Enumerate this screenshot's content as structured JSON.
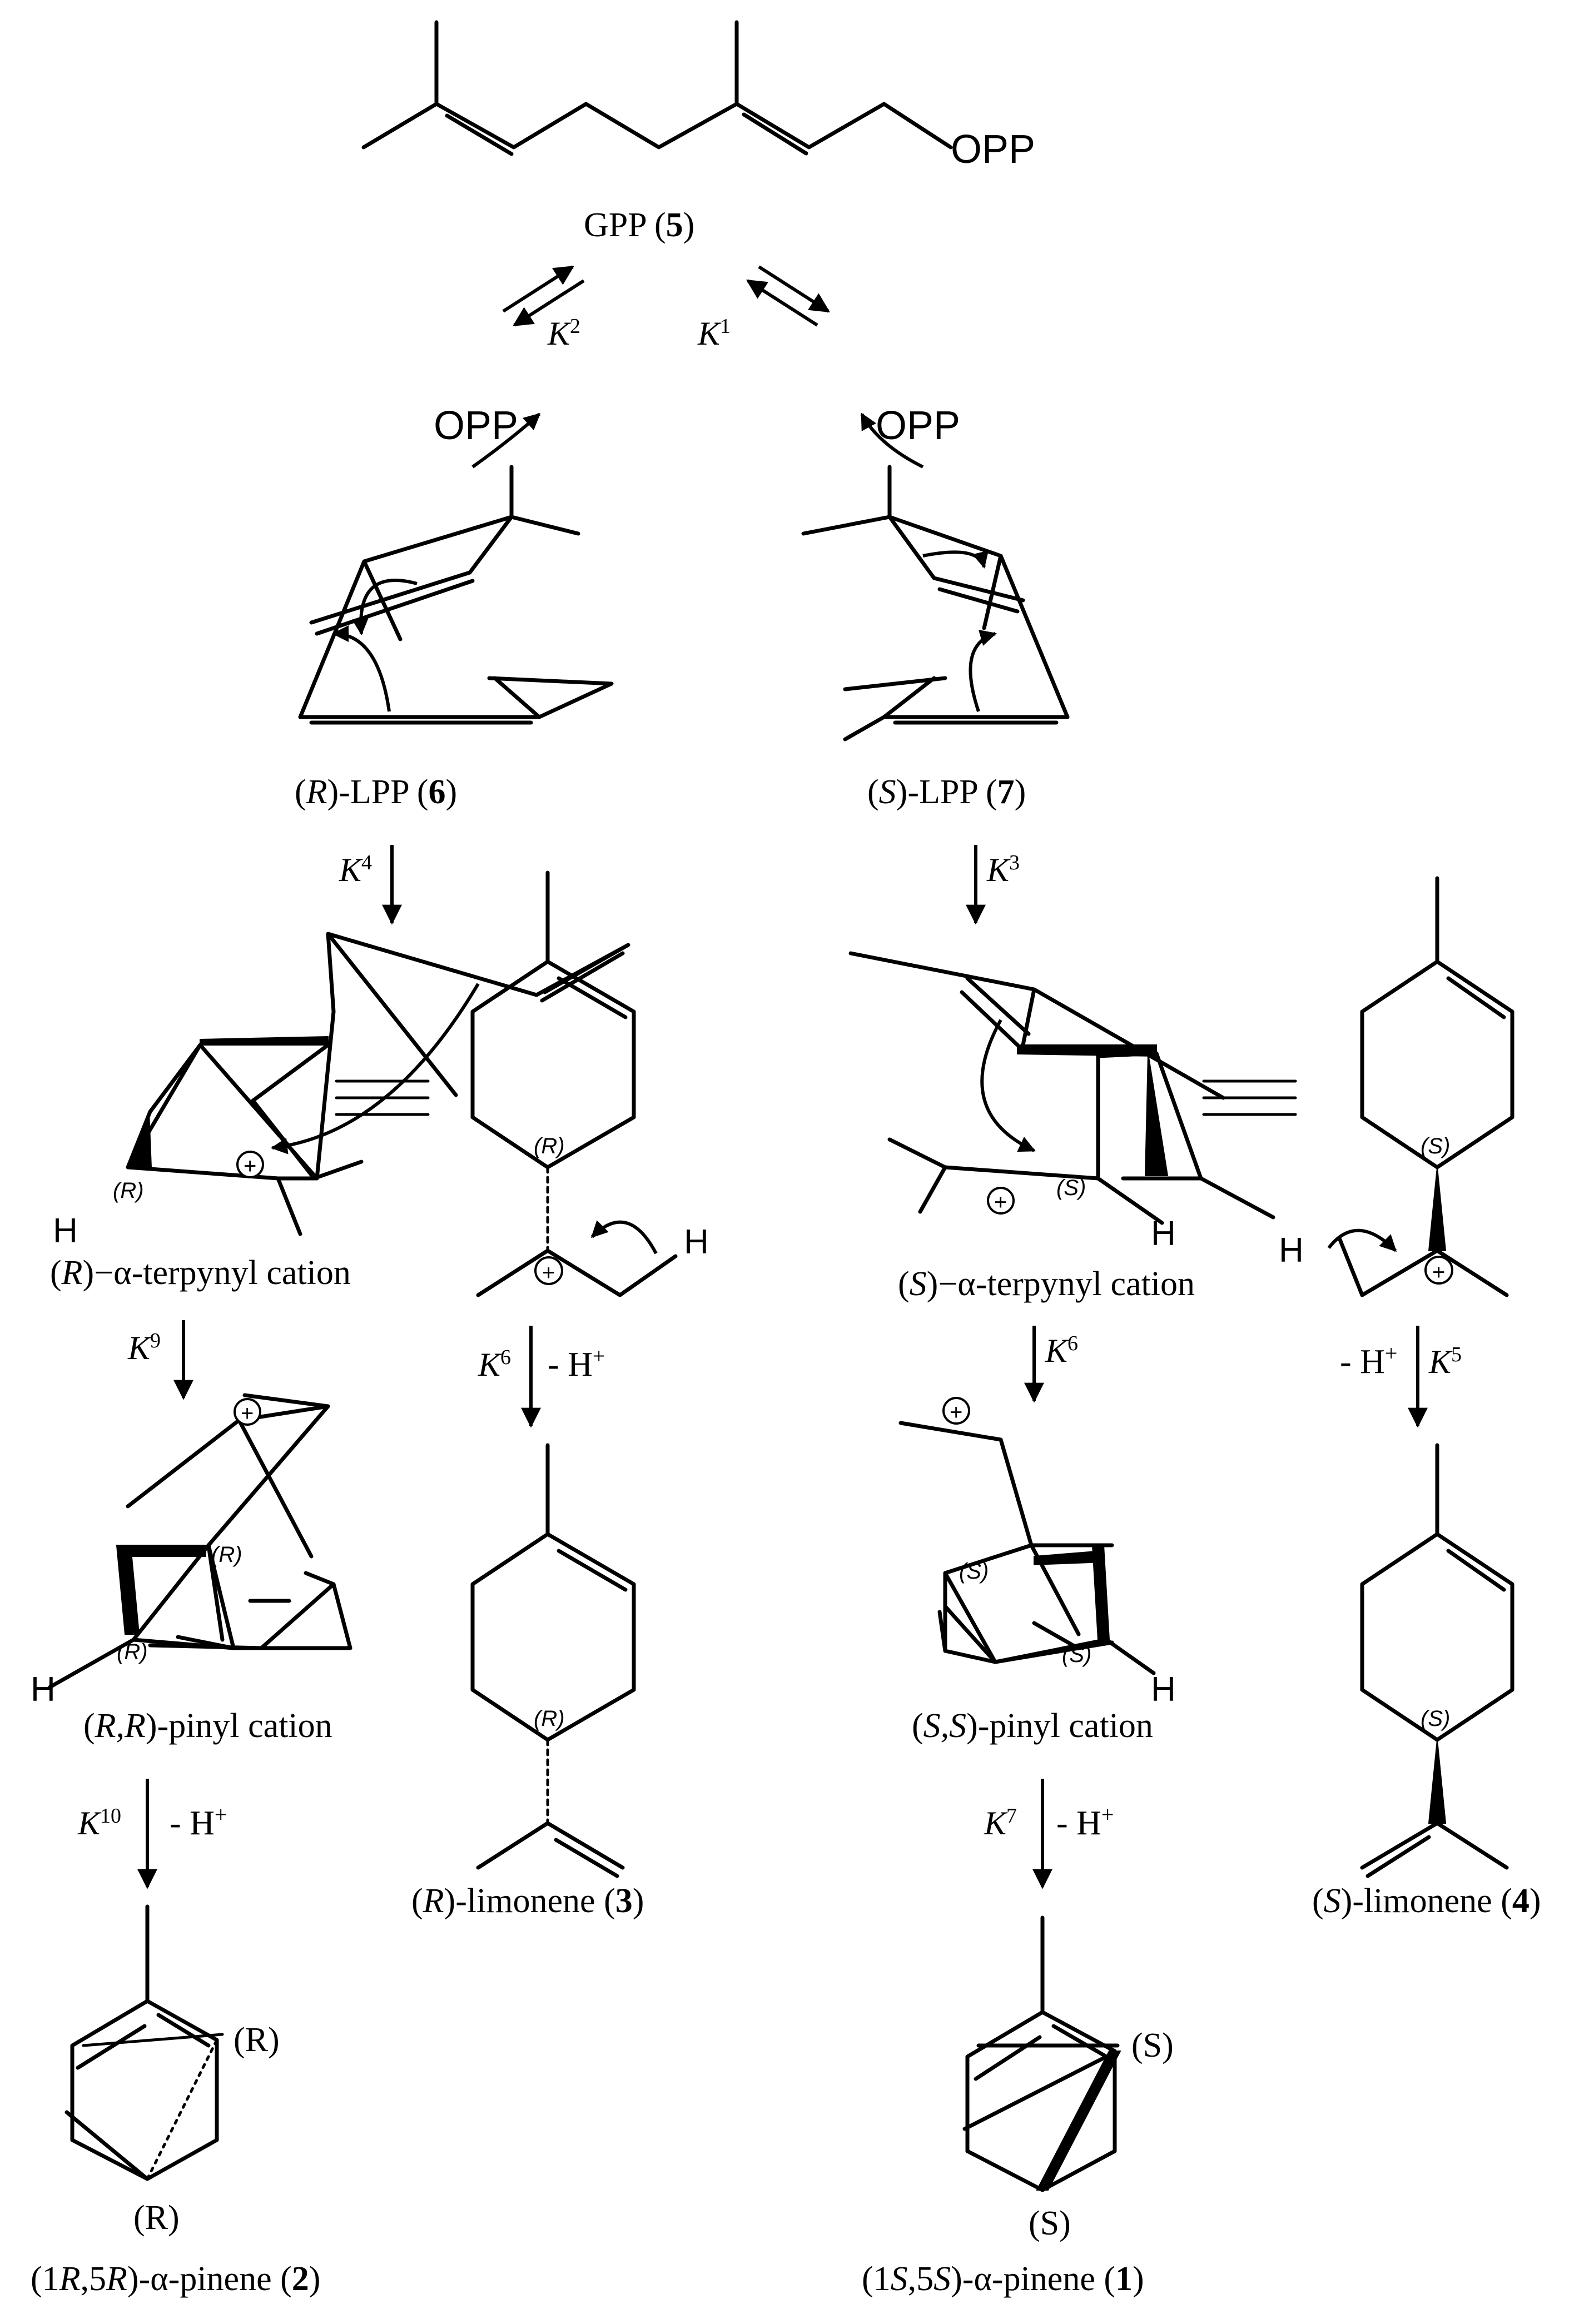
{
  "compounds": {
    "gpp": {
      "name": "GPP",
      "number": "5",
      "group": "OPP"
    },
    "r_lpp": {
      "config": "R",
      "name": "-LPP",
      "number": "6",
      "group": "OPP"
    },
    "s_lpp": {
      "config": "S",
      "name": "-LPP",
      "number": "7",
      "group": "OPP"
    },
    "r_terpinyl": {
      "config": "R",
      "name": "−α-terpynyl cation",
      "h": "H",
      "center": "(R)"
    },
    "s_terpinyl": {
      "config": "S",
      "name": "−α-terpynyl cation",
      "h": "H",
      "center": "(S)"
    },
    "r_pinyl": {
      "config": "R,R",
      "name": "-pinyl cation",
      "h": "H",
      "center1": "(R)",
      "center2": "(R)"
    },
    "s_pinyl": {
      "config": "S,S",
      "name": "-pinyl cation",
      "h": "H",
      "center1": "(S)",
      "center2": "(S)"
    },
    "r_limonene": {
      "config": "R",
      "name": "-limonene",
      "number": "3",
      "center": "(R)"
    },
    "s_limonene": {
      "config": "S",
      "name": "-limonene",
      "number": "4",
      "center": "(S)"
    },
    "r_pinene": {
      "prefix": "(1",
      "c1": "R",
      "mid": ",5",
      "c2": "R",
      "suffix": ")-α-pinene",
      "number": "2",
      "center1": "(R)",
      "center2": "(R)"
    },
    "s_pinene": {
      "prefix": "(1",
      "c1": "S",
      "mid": ",5",
      "c2": "S",
      "suffix": ")-α-pinene",
      "number": "1",
      "center1": "(S)",
      "center2": "(S)"
    }
  },
  "cation_h": "H",
  "steps": {
    "k1": {
      "k": "K",
      "sup": "1"
    },
    "k2": {
      "k": "K",
      "sup": "2"
    },
    "k3": {
      "k": "K",
      "sup": "3"
    },
    "k4": {
      "k": "K",
      "sup": "4"
    },
    "k5": {
      "k": "K",
      "sup": "5",
      "loss": "- H",
      "loss_sup": "+"
    },
    "k6_left": {
      "k": "K",
      "sup": "6",
      "loss": "- H",
      "loss_sup": "+"
    },
    "k6_right": {
      "k": "K",
      "sup": "6"
    },
    "k7": {
      "k": "K",
      "sup": "7",
      "loss": "- H",
      "loss_sup": "+"
    },
    "k9": {
      "k": "K",
      "sup": "9"
    },
    "k10": {
      "k": "K",
      "sup": "10",
      "loss": "- H",
      "loss_sup": "+"
    }
  }
}
